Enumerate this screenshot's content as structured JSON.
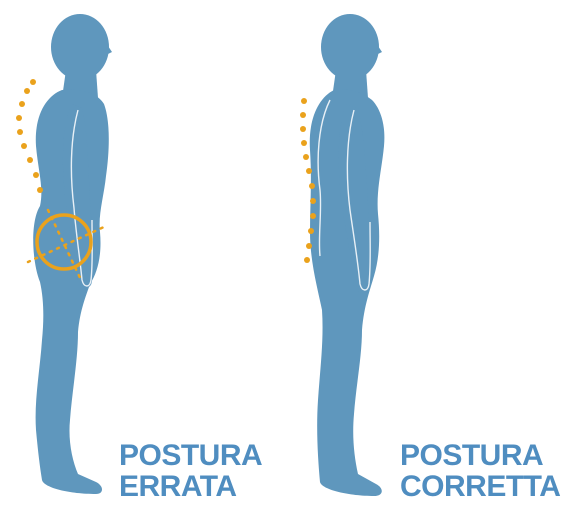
{
  "colors": {
    "body": "#5f97bd",
    "outline": "#e8f0f6",
    "spine_dots": "#eaa21c",
    "caption": "#4f8dc0"
  },
  "icons": {
    "wrong_posture_figure": "human-silhouette-side-view",
    "correct_posture_figure": "human-silhouette-side-view",
    "pelvis_marker": "circle-highlight"
  },
  "captions": {
    "wrong": {
      "line1": "POSTURA",
      "line2": "ERRATA"
    },
    "correct": {
      "line1": "POSTURA",
      "line2": "CORRETTA"
    }
  }
}
